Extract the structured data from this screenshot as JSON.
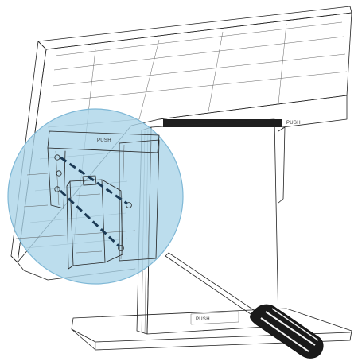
{
  "diagram": {
    "labels": {
      "push_bracket": "PUSH",
      "push_top_right": "PUSH",
      "push_base": "PUSH"
    },
    "colors": {
      "outline": "#222222",
      "magnifier_fill": "#a9d3e8",
      "magnifier_stroke": "#7fb8d6",
      "screw_path": "#1b3a55",
      "screwdriver_handle": "#1a1a1a",
      "background": "#ffffff"
    },
    "icons": {
      "screwdriver": "screwdriver-icon",
      "screw": "screw-icon"
    }
  }
}
